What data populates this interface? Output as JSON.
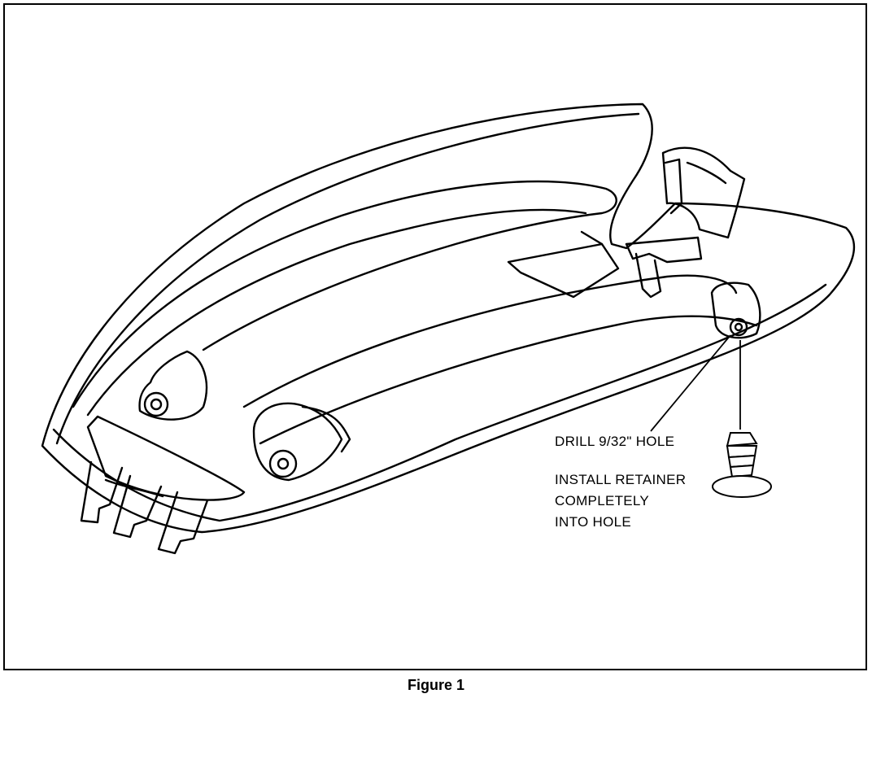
{
  "callouts": {
    "drill": "DRILL 9/32\" HOLE",
    "install_lines": [
      "INSTALL RETAINER",
      "COMPLETELY",
      "INTO HOLE"
    ]
  },
  "caption": "Figure 1"
}
